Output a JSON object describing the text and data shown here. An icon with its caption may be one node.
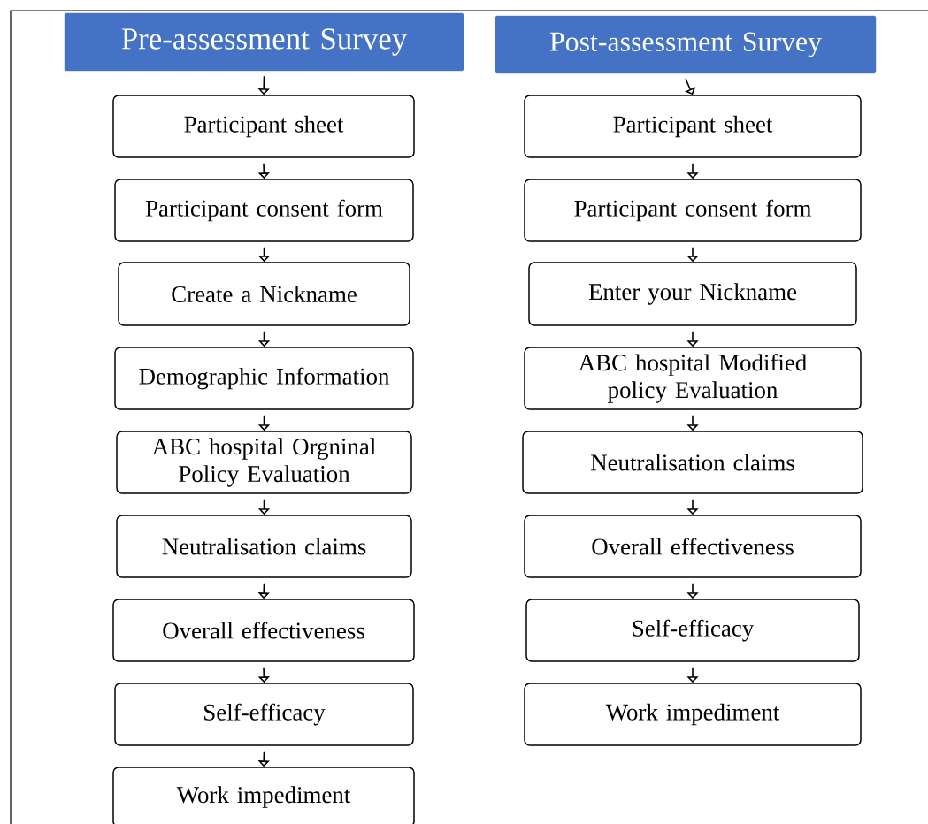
{
  "diagram": {
    "nodes": [
      {
        "text": [
          "Pre-assessment Survey"
        ]
      },
      {
        "text": [
          "Participant sheet"
        ]
      },
      {
        "text": [
          "Participant consent form"
        ]
      },
      {
        "text": [
          "Create a Nickname"
        ]
      },
      {
        "text": [
          "Demographic Information"
        ]
      },
      {
        "text": [
          "ABC hospital Orgninal Policy Evaluation"
        ]
      },
      {
        "text": [
          "Neutralisation claims"
        ]
      },
      {
        "text": [
          "Overall effectiveness"
        ]
      },
      {
        "text": [
          "Self-efficacy"
        ]
      },
      {
        "text": [
          "Work impediment"
        ]
      },
      {
        "text": [
          "Post-assessment Survey"
        ]
      },
      {
        "text": [
          "Participant sheet"
        ]
      },
      {
        "text": [
          "Participant consent form"
        ]
      },
      {
        "text": [
          "Enter your Nickname"
        ]
      },
      {
        "text": [
          "ABC hospital Modified policy Evaluation"
        ]
      },
      {
        "text": [
          "Neutralisation claims"
        ]
      },
      {
        "text": [
          "Overall effectiveness"
        ]
      },
      {
        "text": [
          "Self-efficacy"
        ]
      },
      {
        "text": [
          "Work impediment"
        ]
      }
    ],
    "edges": [
      {
        "from": 0,
        "to": 1,
        "arrow": "to"
      },
      {
        "from": 1,
        "to": 2,
        "arrow": "to"
      },
      {
        "from": 2,
        "to": 3,
        "arrow": "to"
      },
      {
        "from": 3,
        "to": 4,
        "arrow": "to"
      },
      {
        "from": 4,
        "to": 5,
        "arrow": "to"
      },
      {
        "from": 5,
        "to": 6,
        "arrow": "to"
      },
      {
        "from": 6,
        "to": 7,
        "arrow": "to"
      },
      {
        "from": 7,
        "to": 8,
        "arrow": "to"
      },
      {
        "from": 8,
        "to": 9,
        "arrow": "to"
      },
      {
        "from": 10,
        "to": 11,
        "arrow": "to"
      },
      {
        "from": 11,
        "to": 12,
        "arrow": "to"
      },
      {
        "from": 12,
        "to": 13,
        "arrow": "to"
      },
      {
        "from": 13,
        "to": 14,
        "arrow": "to"
      },
      {
        "from": 14,
        "to": 15,
        "arrow": "to"
      },
      {
        "from": 15,
        "to": 16,
        "arrow": "to"
      },
      {
        "from": 16,
        "to": 17,
        "arrow": "to"
      },
      {
        "from": 17,
        "to": 18,
        "arrow": "to"
      }
    ]
  }
}
